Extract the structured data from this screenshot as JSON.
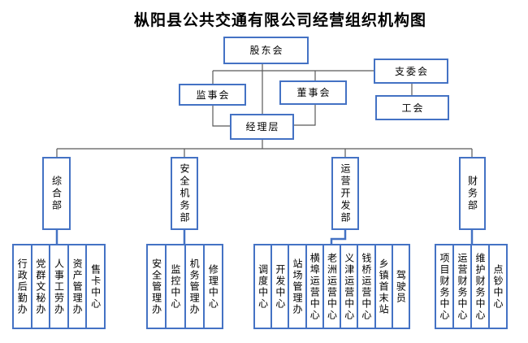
{
  "title": "枞阳县公共交通有限公司经营组织机构图",
  "colors": {
    "box_border": "#4472C4",
    "line": "#595959",
    "text": "#000000",
    "background": "#FFFFFF"
  },
  "org": {
    "shareholders": "股东会",
    "supervisory_board": "监事会",
    "board_of_directors": "董事会",
    "branch_committee": "支委会",
    "labor_union": "工会",
    "management": "经理层",
    "departments": [
      {
        "label": "综合部",
        "children": [
          "行政后勤办",
          "党群文秘办",
          "人事工劳办",
          "资产管理办",
          "售卡中心"
        ]
      },
      {
        "label": "安全机务部",
        "children": [
          "安全管理办",
          "监控中心",
          "机务管理办",
          "修理中心"
        ]
      },
      {
        "label": "运营开发部",
        "children": [
          "调度中心",
          "开发中心",
          "站场管理办",
          "横埠运营中心",
          "老洲运营中心",
          "义津运营中心",
          "钱桥运营中心",
          "乡镇首末站",
          "驾驶员"
        ]
      },
      {
        "label": "财务部",
        "children": [
          "项目财务中心",
          "运营财务中心",
          "维护财务中心",
          "点钞中心"
        ]
      }
    ]
  }
}
